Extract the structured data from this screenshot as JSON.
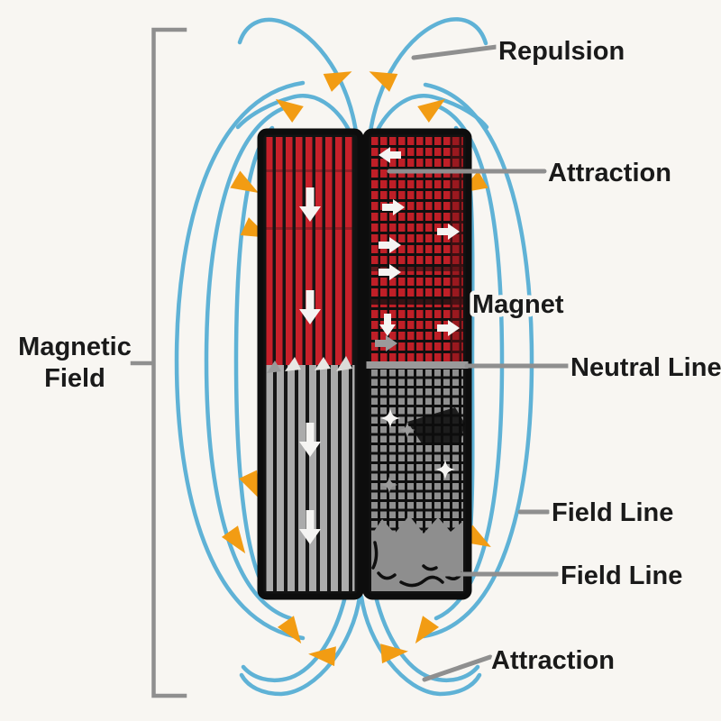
{
  "description": "Diagram of the magnetic field around two vertical bar magnets, field lines with direction arrows, and labeled leader lines",
  "colors": {
    "background": "#f8f6f2",
    "field_line": "#5fb2d6",
    "arrowhead": "#f29c13",
    "magnet_red": "#c7202a",
    "magnet_gray": "#a8a8a8",
    "magnet_dark": "#121212",
    "neutral_bar": "#9a9a9a",
    "connector": "#8f8f8f",
    "label_text": "#1a1a1a"
  },
  "labels": {
    "magnetic_field": {
      "line1": "Magnetic",
      "line2": "Field"
    },
    "repulsion": "Repulsion",
    "attraction_top": "Attraction",
    "magnet": "Magnet",
    "neutral_line": "Neutral Line",
    "field_line_upper": "Field Line",
    "field_line_lower": "Field Line",
    "attraction_bottom": "Attraction"
  }
}
